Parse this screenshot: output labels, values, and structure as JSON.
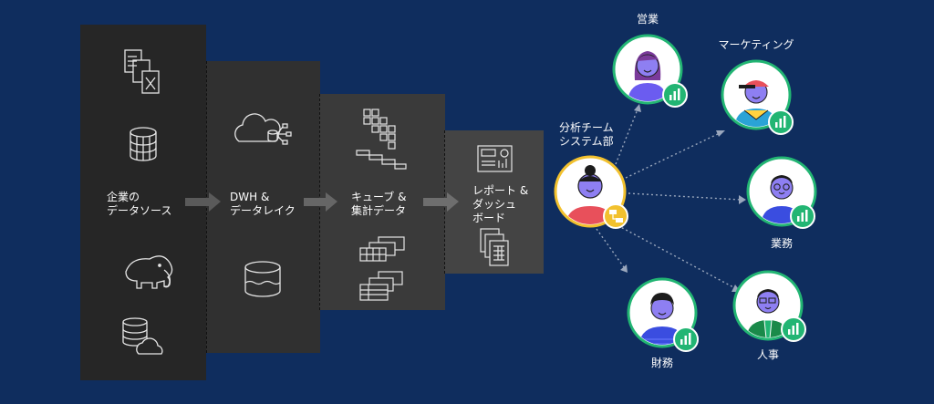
{
  "stages": [
    {
      "id": "source",
      "label": "企業の\nデータソース"
    },
    {
      "id": "dwh",
      "label": "DWH &\nデータレイク"
    },
    {
      "id": "cube",
      "label": "キューブ &\n集計データ"
    },
    {
      "id": "report",
      "label": "レポート &\nダッシュ\nボード"
    }
  ],
  "hub": {
    "label": "分析チーム\nシステム部"
  },
  "personas": [
    {
      "id": "sales",
      "label": "営業"
    },
    {
      "id": "marketing",
      "label": "マーケティング"
    },
    {
      "id": "operations",
      "label": "業務"
    },
    {
      "id": "hr",
      "label": "人事"
    },
    {
      "id": "finance",
      "label": "財務"
    }
  ],
  "colors": {
    "background": "#0f2d5e",
    "badge_green": "#1aa260",
    "badge_yellow": "#f2c12e",
    "persona_purple": "#6b5cf0",
    "persona_ring": "#22b573"
  }
}
